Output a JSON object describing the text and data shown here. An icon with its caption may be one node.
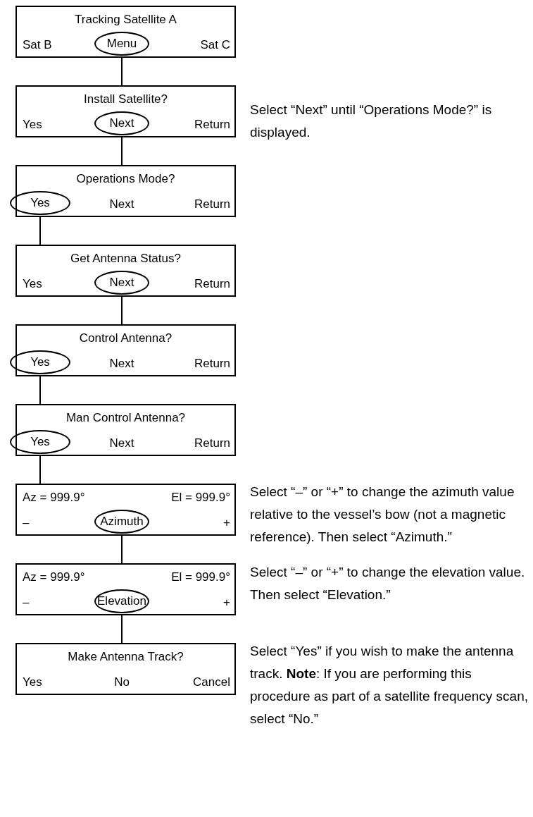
{
  "diagram": {
    "nodes": [
      {
        "text": [
          "Tracking Satellite A"
        ]
      },
      {
        "text": [
          "Sat B"
        ],
        "in": 0
      },
      {
        "text": [
          "Menu"
        ],
        "in": 0
      },
      {
        "text": [
          "Sat C"
        ],
        "in": 0
      },
      {
        "text": [
          "Install Satellite?"
        ],
        "beside": [
          "Select “Next” until “Operations Mode?” is displayed."
        ]
      },
      {
        "text": [
          "Yes"
        ],
        "in": 4
      },
      {
        "text": [
          "Next"
        ],
        "in": 4
      },
      {
        "text": [
          "Return"
        ],
        "in": 4
      },
      {
        "text": [
          "Operations Mode?"
        ]
      },
      {
        "text": [
          "Yes"
        ],
        "in": 8
      },
      {
        "text": [
          "Next"
        ],
        "in": 8
      },
      {
        "text": [
          "Return"
        ],
        "in": 8
      },
      {
        "text": [
          "Get Antenna Status?"
        ]
      },
      {
        "text": [
          "Yes"
        ],
        "in": 12
      },
      {
        "text": [
          "Next"
        ],
        "in": 12
      },
      {
        "text": [
          "Return"
        ],
        "in": 12
      },
      {
        "text": [
          "Control Antenna?"
        ]
      },
      {
        "text": [
          "Yes"
        ],
        "in": 16
      },
      {
        "text": [
          "Next"
        ],
        "in": 16
      },
      {
        "text": [
          "Return"
        ],
        "in": 16
      },
      {
        "text": [
          "Man Control Antenna?"
        ]
      },
      {
        "text": [
          "Yes"
        ],
        "in": 20
      },
      {
        "text": [
          "Next"
        ],
        "in": 20
      },
      {
        "text": [
          "Return"
        ],
        "in": 20
      },
      {
        "text": [
          "Az = 999.9°",
          "El = 999.9°"
        ],
        "beside": [
          "Select “–” or “+” to change the azimuth value relative to the vessel’s bow (not a magnetic reference). Then select “Azimuth.”"
        ]
      },
      {
        "text": [
          "–"
        ],
        "in": 24
      },
      {
        "text": [
          "Azimuth"
        ],
        "in": 24
      },
      {
        "text": [
          "+"
        ],
        "in": 24
      },
      {
        "text": [
          "Az = 999.9°",
          "El = 999.9°"
        ],
        "beside": [
          "Select “–” or “+” to change the elevation value. Then select “Elevation.”"
        ]
      },
      {
        "text": [
          "–"
        ],
        "in": 28
      },
      {
        "text": [
          "Elevation"
        ],
        "in": 28
      },
      {
        "text": [
          "+"
        ],
        "in": 28
      },
      {
        "text": [
          "Make Antenna Track?"
        ],
        "beside": [
          "Select “Yes” if you wish to make the antenna track. **Note**: If you are performing this procedure as part of a satellite frequency scan, select “No.”"
        ]
      },
      {
        "text": [
          "Yes"
        ],
        "in": 32
      },
      {
        "text": [
          "No"
        ],
        "in": 32
      },
      {
        "text": [
          "Cancel"
        ],
        "in": 32
      }
    ],
    "edges": [
      {
        "from": 2,
        "to": 4,
        "arrow": "none"
      },
      {
        "from": 6,
        "to": 8,
        "arrow": "none"
      },
      {
        "from": 9,
        "to": 12,
        "arrow": "none"
      },
      {
        "from": 14,
        "to": 16,
        "arrow": "none"
      },
      {
        "from": 17,
        "to": 20,
        "arrow": "none"
      },
      {
        "from": 21,
        "to": 24,
        "arrow": "none"
      },
      {
        "from": 26,
        "to": 28,
        "arrow": "none"
      },
      {
        "from": 30,
        "to": 32,
        "arrow": "none"
      }
    ]
  }
}
